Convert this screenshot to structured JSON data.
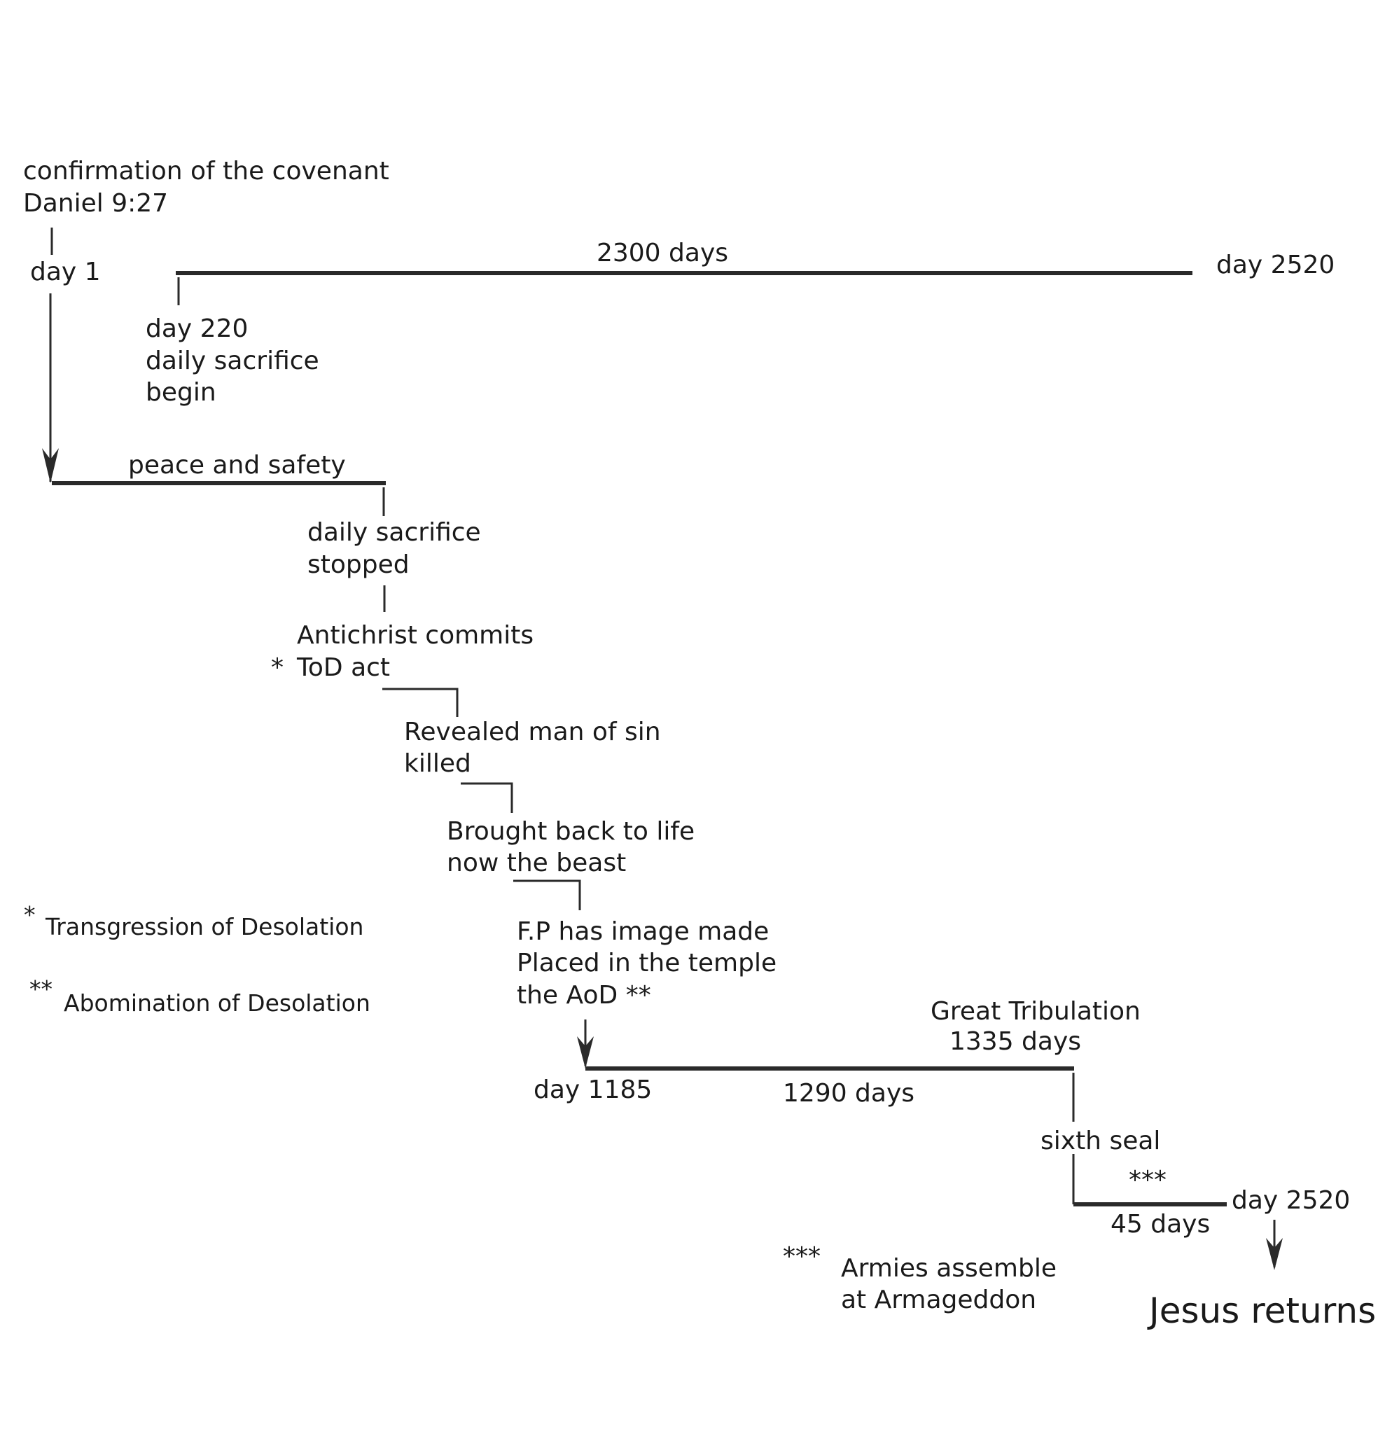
{
  "title": {
    "line1": "confirmation of the covenant",
    "line2": "Daniel 9:27"
  },
  "top_timeline": {
    "start": "day 1",
    "span_label": "2300 days",
    "end": "day 2520",
    "day220": [
      "day 220",
      "daily sacrifice",
      "begin"
    ]
  },
  "events": {
    "peace": "peace and safety",
    "stopped": [
      "daily sacrifice",
      "stopped"
    ],
    "antichrist": [
      "Antichrist commits",
      "ToD act"
    ],
    "antichrist_mark": "*",
    "revealed": [
      "Revealed man of sin",
      "killed"
    ],
    "brought": [
      "Brought back to life",
      "now the beast"
    ],
    "fp": [
      "F.P has image made",
      "Placed in the temple",
      "the AoD **"
    ]
  },
  "bottom_timeline": {
    "day1185": "day 1185",
    "span1290": "1290 days",
    "great_trib": [
      "Great Tribulation",
      "1335 days"
    ],
    "sixth_seal": "sixth seal",
    "stars": "***",
    "end": "day 2520",
    "span45": "45 days",
    "final": "Jesus returns"
  },
  "footnotes": {
    "tod_mark": "*",
    "tod": "Transgression of Desolation",
    "aod_mark": "**",
    "aod": "Abomination of Desolation",
    "armies_mark": "***",
    "armies": [
      "Armies assemble",
      "at Armageddon"
    ]
  }
}
